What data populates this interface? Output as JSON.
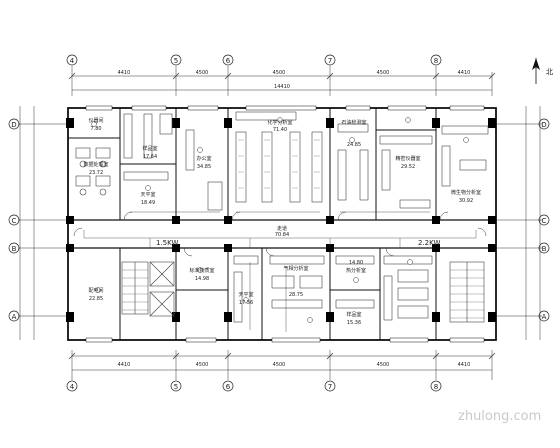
{
  "drawing": {
    "axis_numbers": [
      "4",
      "5",
      "6",
      "7",
      "8"
    ],
    "axis_letters": [
      "D",
      "C",
      "B",
      "A"
    ],
    "top_dims": [
      "4410",
      "4500",
      "4500",
      "4500",
      "4410"
    ],
    "bottom_dims": [
      "4410",
      "4500",
      "4500",
      "4500",
      "4410"
    ],
    "overall_dim": "14410",
    "rooms": [
      {
        "name": "仪器间",
        "area": "7.80"
      },
      {
        "name": "数据处理室",
        "area": "23.72"
      },
      {
        "name": "样品室",
        "area": "17.64"
      },
      {
        "name": "天平室",
        "area": "18.49"
      },
      {
        "name": "办公室",
        "area": "34.85"
      },
      {
        "name": "化学分析室",
        "area": "71.40"
      },
      {
        "name": "石油检测室",
        "area": "24.85"
      },
      {
        "name": "精密仪器室",
        "area": "29.52"
      },
      {
        "name": "微生物分析室",
        "area": "30.92"
      },
      {
        "name": "标准物质室",
        "area": "14.98"
      },
      {
        "name": "天平室",
        "area": "17.56"
      },
      {
        "name": "气相分析室",
        "area": "28.75"
      },
      {
        "name": "热分析室",
        "area": "14.80"
      },
      {
        "name": "样品室",
        "area": "15.36"
      },
      {
        "name": "配电间",
        "area": "22.85"
      }
    ],
    "corridor_label": "走道",
    "corridor_area": "70.84",
    "load_left": "1.5KW",
    "load_right": "2.2KW",
    "watermark": "zhulong.com"
  },
  "colors": {
    "wall": "#111111",
    "column": "#000000",
    "dim": "#333333",
    "equipment": "#444444"
  }
}
